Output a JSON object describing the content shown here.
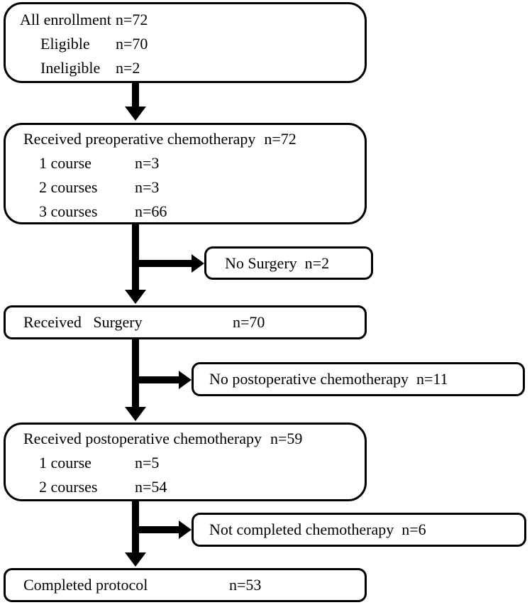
{
  "colors": {
    "background": "#ffffff",
    "line": "#000000",
    "text": "#000000"
  },
  "boxes": {
    "enrollment": {
      "lines": [
        {
          "label": "All enrollment",
          "value": "n=72"
        },
        {
          "label": "Eligible",
          "value": "n=70"
        },
        {
          "label": "Ineligible",
          "value": "n=2"
        }
      ]
    },
    "preop_chemo": {
      "lines": [
        {
          "label": "Received preoperative chemotherapy",
          "value": "n=72"
        },
        {
          "label": "1 course",
          "value": "n=3"
        },
        {
          "label": "2 courses",
          "value": "n=3"
        },
        {
          "label": "3 courses",
          "value": "n=66"
        }
      ]
    },
    "no_surgery": {
      "lines": [
        {
          "label": "No Surgery",
          "value": "n=2"
        }
      ]
    },
    "surgery": {
      "lines": [
        {
          "label": "Received   Surgery",
          "value": "n=70"
        }
      ]
    },
    "no_postop_chemo": {
      "lines": [
        {
          "label": "No postoperative chemotherapy",
          "value": "n=11"
        }
      ]
    },
    "postop_chemo": {
      "lines": [
        {
          "label": "Received postoperative chemotherapy",
          "value": "n=59"
        },
        {
          "label": "1 course",
          "value": "n=5"
        },
        {
          "label": "2 courses",
          "value": "n=54"
        }
      ]
    },
    "not_completed": {
      "lines": [
        {
          "label": "Not completed chemotherapy",
          "value": "n=6"
        }
      ]
    },
    "completed": {
      "lines": [
        {
          "label": "Completed protocol",
          "value": "n=53"
        }
      ]
    }
  }
}
